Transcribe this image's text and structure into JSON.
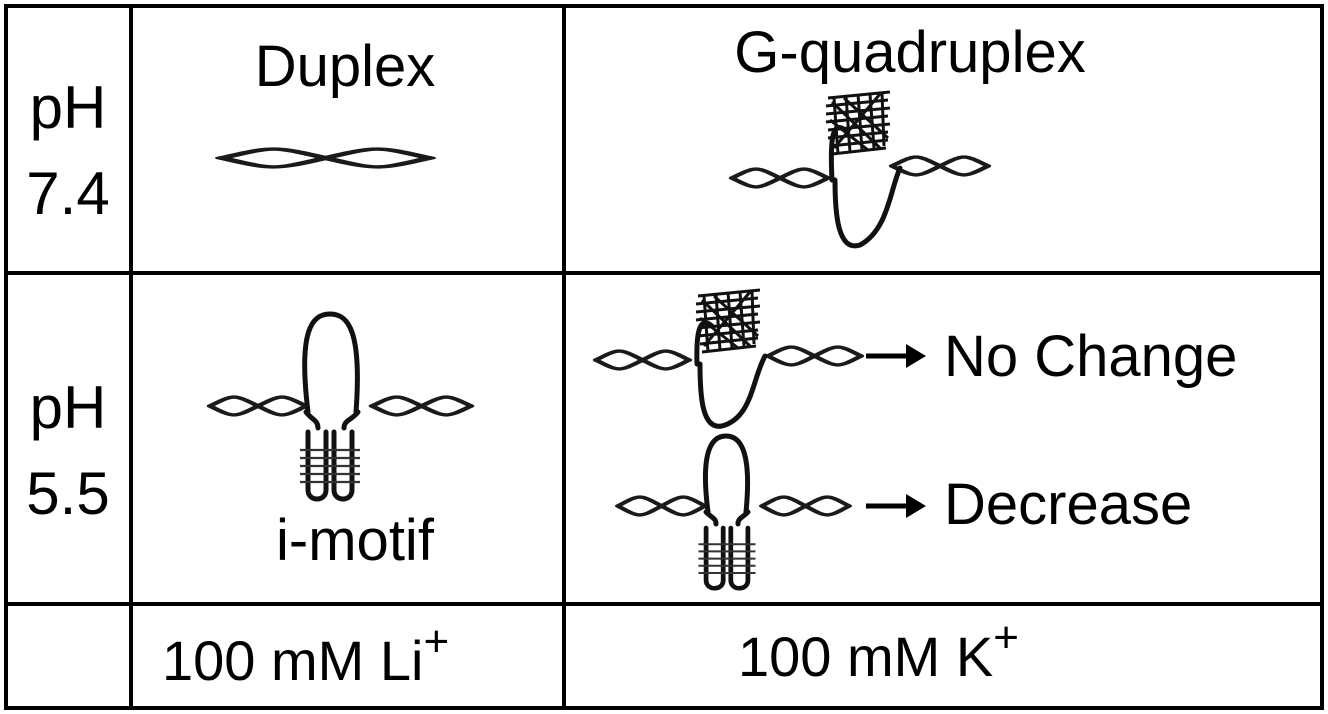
{
  "row_labels": [
    {
      "line1": "pH",
      "line2": "7.4"
    },
    {
      "line1": "pH",
      "line2": "5.5"
    }
  ],
  "column_headers": {
    "duplex": "Duplex",
    "gquad": "G-quadruplex"
  },
  "imotif_label": "i-motif",
  "outcomes": {
    "no_change": "No Change",
    "decrease": "Decrease"
  },
  "conditions": {
    "li": {
      "text": "100 mM Li",
      "sup": "+"
    },
    "k": {
      "text": "100 mM K",
      "sup": "+"
    }
  },
  "icons": {
    "arrow": "right-arrow-icon",
    "duplex": "dna-duplex-icon",
    "gquadruplex": "g-quadruplex-icon",
    "imotif": "i-motif-icon"
  }
}
